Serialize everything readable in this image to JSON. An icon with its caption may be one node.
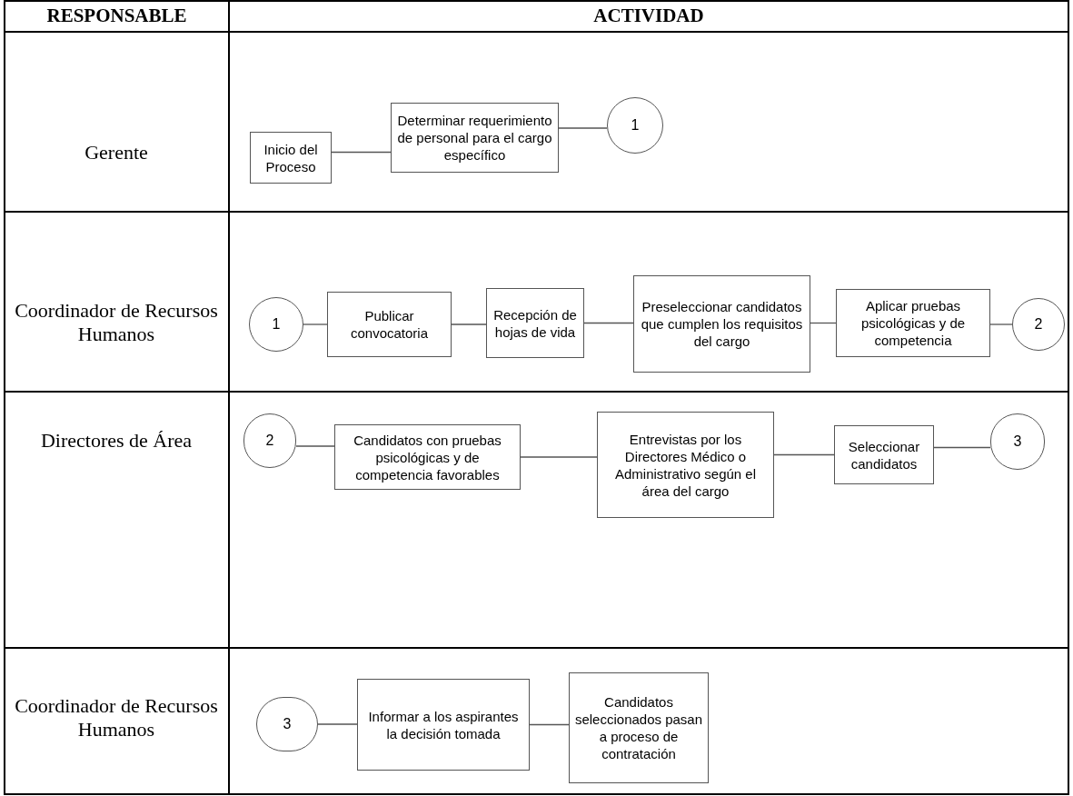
{
  "diagram": {
    "nodes": [
      {
        "text": [
          "Inicio del Proceso"
        ]
      },
      {
        "text": [
          "Determinar requerimiento de personal para el cargo específico"
        ]
      },
      {
        "text": [
          "1"
        ]
      },
      {
        "text": [
          "1"
        ]
      },
      {
        "text": [
          "Publicar convocatoria"
        ]
      },
      {
        "text": [
          "Recepción de hojas de vida"
        ]
      },
      {
        "text": [
          "Preseleccionar candidatos que cumplen los requisitos del cargo"
        ]
      },
      {
        "text": [
          "Aplicar pruebas psicológicas y de competencia"
        ]
      },
      {
        "text": [
          "2"
        ]
      },
      {
        "text": [
          "2"
        ]
      },
      {
        "text": [
          "Candidatos con pruebas psicológicas y de competencia favorables"
        ]
      },
      {
        "text": [
          "Entrevistas por los Directores Médico o Administrativo según el área del cargo"
        ]
      },
      {
        "text": [
          "Seleccionar candidatos"
        ]
      },
      {
        "text": [
          "3"
        ]
      },
      {
        "text": [
          "3"
        ]
      },
      {
        "text": [
          "Informar a los aspirantes la decisión tomada"
        ]
      },
      {
        "text": [
          "Candidatos seleccionados pasan a proceso de contratación"
        ]
      }
    ],
    "edges": [
      {
        "from": 0,
        "to": 1,
        "arrow": "none"
      },
      {
        "from": 1,
        "to": 2,
        "arrow": "none"
      },
      {
        "from": 3,
        "to": 4,
        "arrow": "none"
      },
      {
        "from": 4,
        "to": 5,
        "arrow": "none"
      },
      {
        "from": 5,
        "to": 6,
        "arrow": "none"
      },
      {
        "from": 6,
        "to": 7,
        "arrow": "none"
      },
      {
        "from": 7,
        "to": 8,
        "arrow": "none"
      },
      {
        "from": 9,
        "to": 10,
        "arrow": "none"
      },
      {
        "from": 10,
        "to": 11,
        "arrow": "none"
      },
      {
        "from": 11,
        "to": 12,
        "arrow": "none"
      },
      {
        "from": 12,
        "to": 13,
        "arrow": "none"
      },
      {
        "from": 14,
        "to": 15,
        "arrow": "none"
      },
      {
        "from": 15,
        "to": 16,
        "arrow": "none"
      }
    ],
    "labels": [
      "RESPONSABLE",
      "ACTIVIDAD",
      "Gerente",
      "Coordinador de Recursos Humanos",
      "Directores de Área",
      "Coordinador de Recursos Humanos"
    ]
  }
}
